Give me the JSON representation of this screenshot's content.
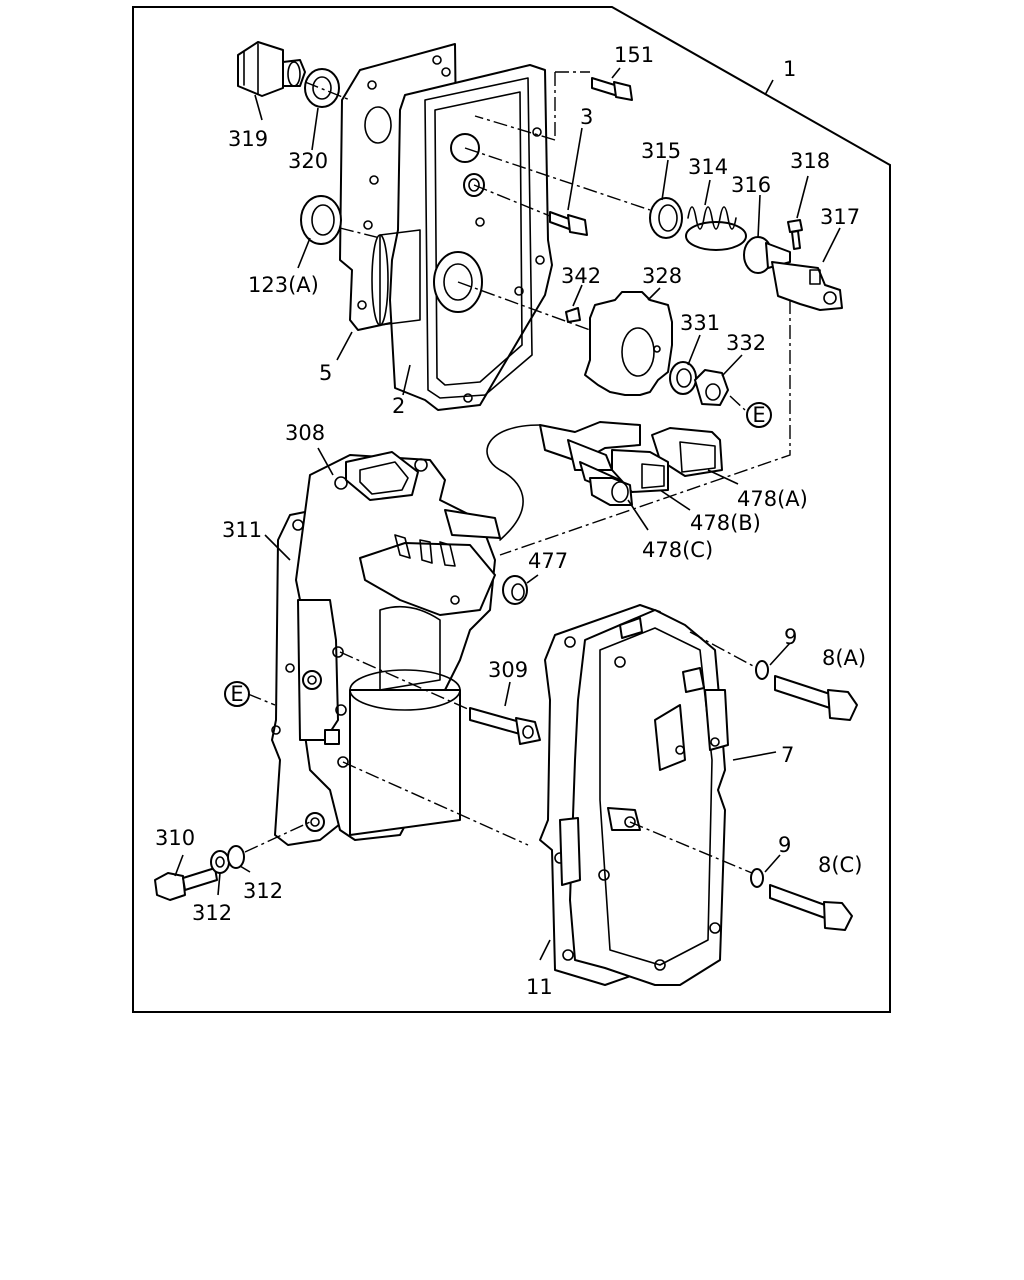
{
  "labels": {
    "p1": "1",
    "p2": "2",
    "p3": "3",
    "p5": "5",
    "p7": "7",
    "p8a": "8(A)",
    "p8c": "8(C)",
    "p9a": "9",
    "p9b": "9",
    "p11": "11",
    "p123a": "123(A)",
    "p151": "151",
    "p308": "308",
    "p309": "309",
    "p310": "310",
    "p311": "311",
    "p312a": "312",
    "p312b": "312",
    "p314": "314",
    "p315": "315",
    "p316": "316",
    "p317": "317",
    "p318": "318",
    "p319": "319",
    "p320": "320",
    "p328": "328",
    "p331": "331",
    "p332": "332",
    "p342": "342",
    "p477": "477",
    "p478a": "478(A)",
    "p478b": "478(B)",
    "p478c": "478(C)",
    "markE1": "E",
    "markE2": "E"
  }
}
